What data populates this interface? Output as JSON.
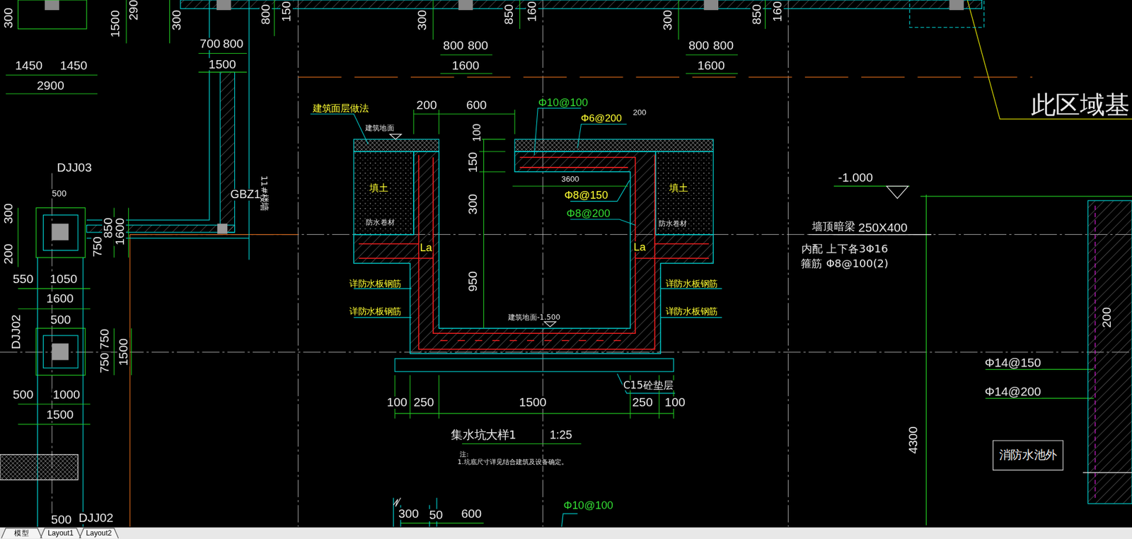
{
  "diagram": {
    "nodes": [
      {
        "text": [
          "消防水池外"
        ]
      }
    ],
    "labels": [
      "300",
      "1500",
      "290",
      "300",
      "800",
      "150",
      "300",
      "850",
      "160",
      "300",
      "850",
      "160",
      "1450",
      "1450",
      "2900",
      "700",
      "800",
      "1500",
      "800",
      "800",
      "1600",
      "800",
      "800",
      "1600",
      "DJJ03",
      "500",
      "GBZ1",
      "11#楼墙",
      "300",
      "200",
      "850",
      "750",
      "1600",
      "550",
      "1050",
      "1600",
      "500",
      "DJJ02",
      "750",
      "750",
      "1500",
      "500",
      "1000",
      "1500",
      "500",
      "DJJ02",
      "建筑面层做法",
      "建筑地面",
      "200",
      "600",
      "100",
      "150",
      "300",
      "950",
      "Φ10@100",
      "Φ6@200",
      "200",
      "3600",
      "Φ8@150",
      "Φ8@200",
      "填土",
      "填土",
      "防水卷材",
      "防水卷材",
      "La",
      "La",
      "详防水板钢筋",
      "详防水板钢筋",
      "详防水板钢筋",
      "详防水板钢筋",
      "建筑地面-1.500",
      "C15砼垫层",
      "100",
      "250",
      "1500",
      "250",
      "100",
      "集水坑大样1",
      "1:25",
      "注:",
      "1.坑底尺寸详见结合建筑及设备确定。",
      "-1.000",
      "墙顶暗梁",
      "250X400",
      "内配 上下各3Φ16",
      "箍筋 Φ8@100(2)",
      "此区域基",
      "200",
      "Φ14@150",
      "Φ14@200",
      "4300",
      "300",
      "50",
      "600",
      "Φ10@100",
      "模型",
      "Layout1",
      "Layout2"
    ]
  }
}
